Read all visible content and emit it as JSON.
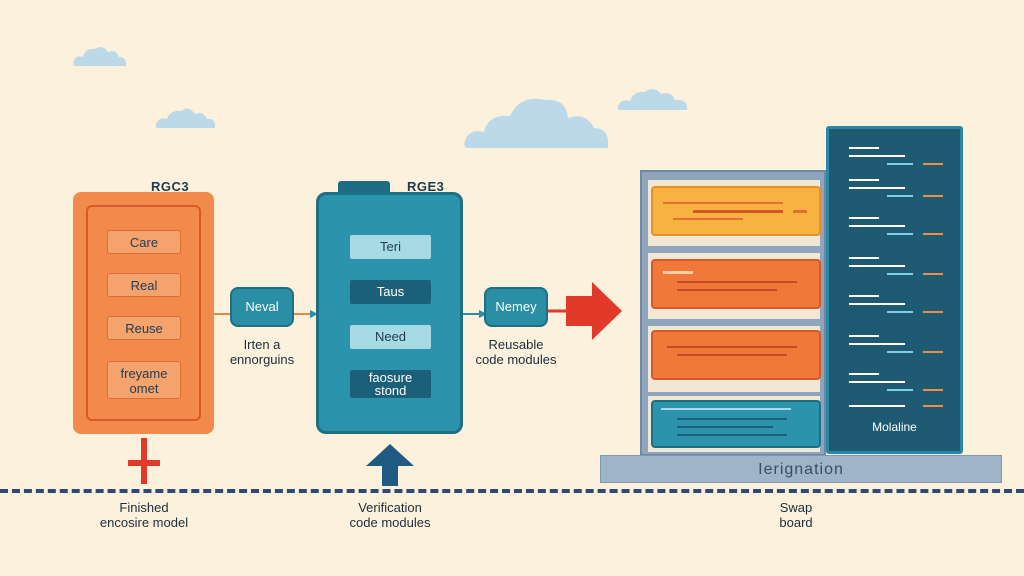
{
  "colors": {
    "background": "#fbf1dc",
    "orange": "#f18a4a",
    "teal": "#2c93ad",
    "navy": "#1f5a73",
    "red_accent": "#e23a2a"
  },
  "left_module": {
    "title": "RGC3",
    "buttons": [
      "Care",
      "Real",
      "Reuse",
      "freyame\nomet"
    ],
    "caption": "Finished\nencosire model"
  },
  "connector_1": {
    "label": "Neval",
    "caption": "Irten a\nennorguins"
  },
  "middle_module": {
    "title": "RGE3",
    "buttons": [
      "Teri",
      "Taus",
      "Need",
      "faosure\nstond"
    ],
    "caption": "Verification\ncode modules"
  },
  "connector_2": {
    "label": "Nemey",
    "caption": "Reusable\ncode modules"
  },
  "right_module": {
    "tower_label": "Molaline",
    "base_label": "Ierignation",
    "caption": "Swap\nboard"
  },
  "icons": [
    "cloud-icon",
    "plus-icon",
    "up-arrow-icon",
    "right-arrow-icon"
  ]
}
